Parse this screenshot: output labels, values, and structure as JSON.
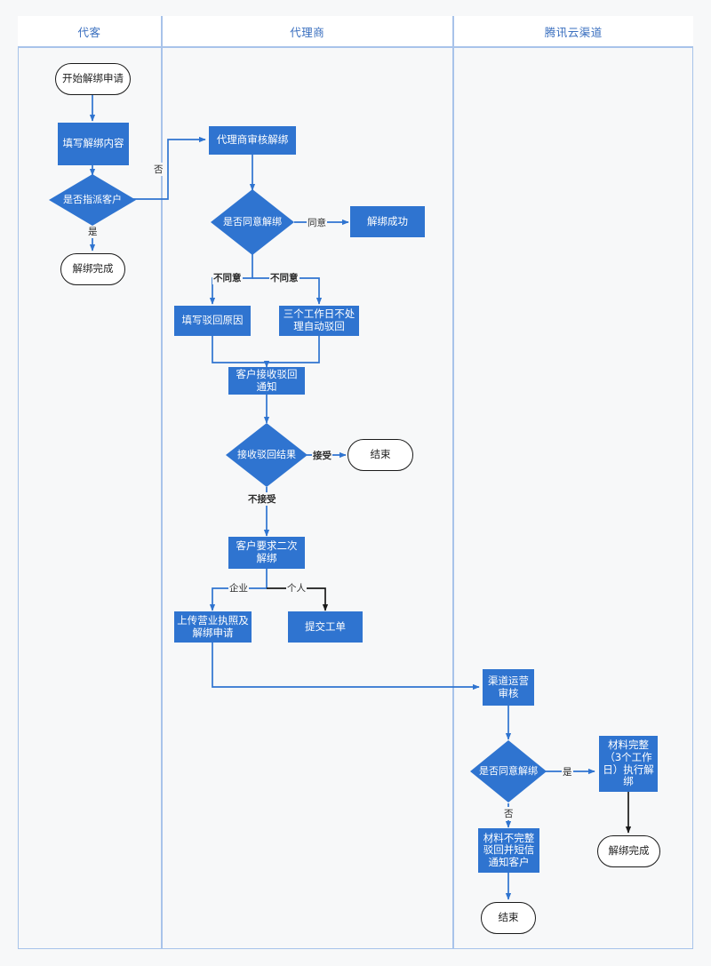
{
  "diagram": {
    "title_bar_present": false,
    "accent_blue": "#2f74d0",
    "lane_border": "#a8c3ea",
    "lanes": [
      {
        "id": "lane-customer",
        "label": "代客"
      },
      {
        "id": "lane-agent",
        "label": "代理商"
      },
      {
        "id": "lane-tencent",
        "label": "腾讯云渠道"
      }
    ],
    "nodes": [
      {
        "id": "start-unbind-application",
        "type": "terminator",
        "label": "开始解绑申请",
        "lane": "lane-customer"
      },
      {
        "id": "fill-unbind-content",
        "type": "process",
        "label": "填写解绑内容",
        "lane": "lane-customer"
      },
      {
        "id": "assign-customer-decision",
        "type": "decision",
        "label": "是否指派客户",
        "lane": "lane-customer"
      },
      {
        "id": "unbind-finished-customer",
        "type": "terminator",
        "label": "解绑完成",
        "lane": "lane-customer"
      },
      {
        "id": "agent-review-unbind",
        "type": "process",
        "label": "代理商审核解绑",
        "lane": "lane-agent"
      },
      {
        "id": "agree-unbind-decision",
        "type": "decision",
        "label": "是否同意解绑",
        "lane": "lane-agent"
      },
      {
        "id": "unbind-success",
        "type": "process",
        "label": "解绑成功",
        "lane": "lane-agent"
      },
      {
        "id": "fill-reject-reason",
        "type": "process",
        "label": "填写驳回原因",
        "lane": "lane-agent"
      },
      {
        "id": "auto-reject-three-days",
        "type": "process",
        "label": "三个工作日不处理自动驳回",
        "lane": "lane-agent"
      },
      {
        "id": "customer-receives-reject-notice",
        "type": "process",
        "label": "客户接收驳回通知",
        "lane": "lane-agent"
      },
      {
        "id": "receive-reject-result-decision",
        "type": "decision",
        "label": "接收驳回结果",
        "lane": "lane-agent"
      },
      {
        "id": "end-agent",
        "type": "terminator",
        "label": "结束",
        "lane": "lane-agent"
      },
      {
        "id": "customer-request-second-unbind",
        "type": "process",
        "label": "客户要求二次解绑",
        "lane": "lane-agent"
      },
      {
        "id": "upload-license-and-application",
        "type": "process",
        "label": "上传营业执照及解绑申请",
        "lane": "lane-agent"
      },
      {
        "id": "submit-ticket",
        "type": "process",
        "label": "提交工单",
        "lane": "lane-agent"
      },
      {
        "id": "channel-operation-review",
        "type": "process",
        "label": "渠道运营审核",
        "lane": "lane-tencent"
      },
      {
        "id": "agree-unbind-decision-tencent",
        "type": "decision",
        "label": "是否同意解绑",
        "lane": "lane-tencent"
      },
      {
        "id": "materials-complete-execute-unbind",
        "type": "process",
        "label": "材料完整（3个工作日）执行解绑",
        "lane": "lane-tencent"
      },
      {
        "id": "unbind-finished-tencent",
        "type": "terminator",
        "label": "解绑完成",
        "lane": "lane-tencent"
      },
      {
        "id": "materials-incomplete-reject-sms",
        "type": "process",
        "label": "材料不完整驳回并短信通知客户",
        "lane": "lane-tencent"
      },
      {
        "id": "end-tencent",
        "type": "terminator",
        "label": "结束",
        "lane": "lane-tencent"
      }
    ],
    "edge_labels": {
      "assign_no": "否",
      "assign_yes": "是",
      "agree": "同意",
      "disagree_left": "不同意",
      "disagree_right": "不同意",
      "accept": "接受",
      "not_accept": "不接受",
      "enterprise": "企业",
      "individual": "个人",
      "tencent_yes": "是",
      "tencent_no": "否"
    }
  }
}
